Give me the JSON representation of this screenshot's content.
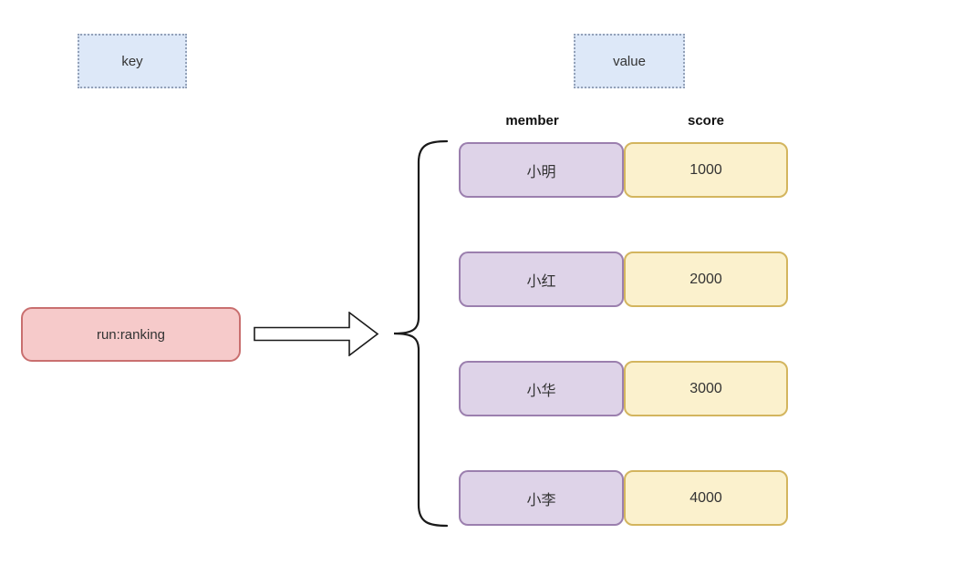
{
  "legend": {
    "key_label": "key",
    "value_label": "value"
  },
  "key_box": {
    "label": "run:ranking"
  },
  "connector": {
    "arrow_icon": "right-block-arrow",
    "brace_icon": "left-curly-brace"
  },
  "table": {
    "member_header": "member",
    "score_header": "score",
    "rows": [
      {
        "member": "小明",
        "score": "1000"
      },
      {
        "member": "小红",
        "score": "2000"
      },
      {
        "member": "小华",
        "score": "3000"
      },
      {
        "member": "小李",
        "score": "4000"
      }
    ]
  },
  "colors": {
    "legend_fill": "#dde8f8",
    "legend_border": "#93a1b8",
    "key_fill": "#f6caca",
    "key_border": "#c96f6f",
    "member_fill": "#ded3e8",
    "member_border": "#9b7fae",
    "score_fill": "#fbf1cd",
    "score_border": "#d3b55e",
    "line": "#1a1a1a"
  }
}
